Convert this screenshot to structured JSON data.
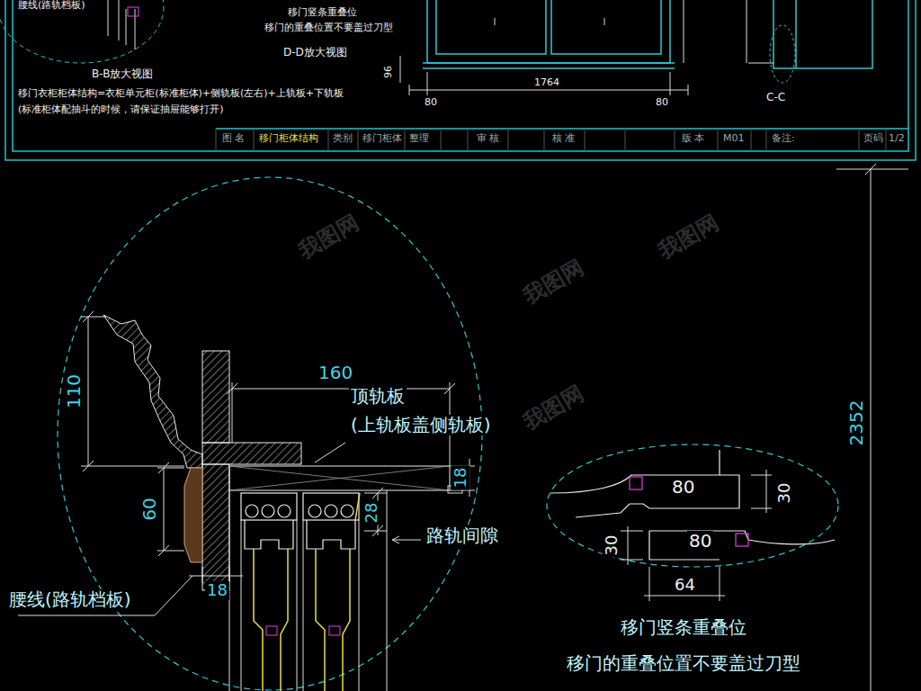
{
  "diagram": {
    "labels": [
      "腰线(路轨档板)",
      "B-B放大视图",
      "移门竖条重叠位",
      "移门的重叠位置不要盖过刀型",
      "D-D放大视图",
      "96",
      "1764",
      "80",
      "80",
      "C-C",
      "移门衣柜柜体结构=衣柜单元柜(标准柜体)+侧轨板(左右)+上轨板+下轨板",
      "(标准柜体配抽斗的时候，请保证抽屉能够打开)",
      "图 名",
      "移门柜体结构",
      "类别",
      "移门柜体",
      "整理",
      "审 核",
      "核 准",
      "版 本",
      "M01",
      "备注:",
      "页码",
      "1/2",
      "110",
      "160",
      "顶轨板",
      "(上轨板盖侧轨板)",
      "18",
      "60",
      "28",
      "路轨间隙",
      "18",
      "腰线(路轨档板)",
      "2352",
      "80",
      "30",
      "30",
      "80",
      "64",
      "移门竖条重叠位",
      "移门的重叠位置不要盖过刀型",
      "我图网",
      "我图网",
      "我图网",
      "我图网"
    ]
  }
}
